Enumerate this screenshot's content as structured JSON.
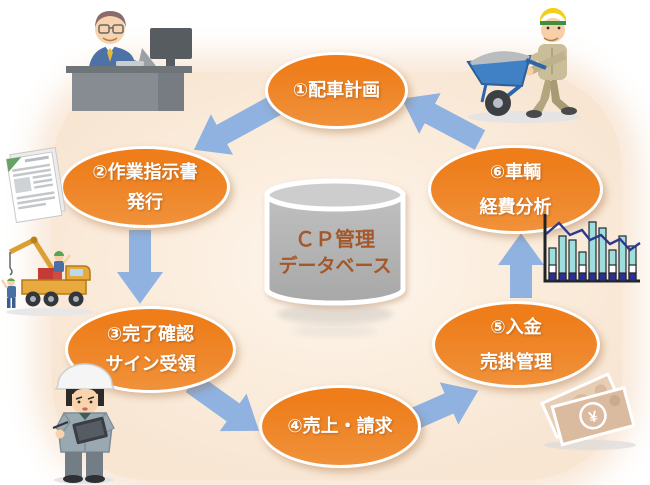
{
  "steps": [
    {
      "lines": [
        "①配車計画"
      ]
    },
    {
      "lines": [
        "②作業指示書",
        "発行"
      ]
    },
    {
      "lines": [
        "③完了確認",
        "サイン受領"
      ]
    },
    {
      "lines": [
        "④売上・請求"
      ]
    },
    {
      "lines": [
        "⑤入金",
        "売掛管理"
      ]
    },
    {
      "lines": [
        "⑥車輌",
        "経費分析"
      ]
    }
  ],
  "database": {
    "line1": "ＣＰ管理",
    "line2": "データベース"
  },
  "banknote": {
    "symbol": "¥"
  },
  "colors": {
    "node_orange": "#EE7D1A",
    "arrow_blue": "#8FB2E0",
    "database_text_brown": "#A4582A",
    "background_peach": "#F8E5D2"
  },
  "illustrations": {
    "top_left": "businessman-at-desk",
    "top_right": "construction-worker-with-wheelbarrow",
    "left_upper": "work-order-documents",
    "left_lower": "concrete-pump-truck",
    "bottom_left": "site-inspector-with-clipboard",
    "bottom_right": "yen-banknotes",
    "right": "vehicle-expense-bar-chart"
  }
}
